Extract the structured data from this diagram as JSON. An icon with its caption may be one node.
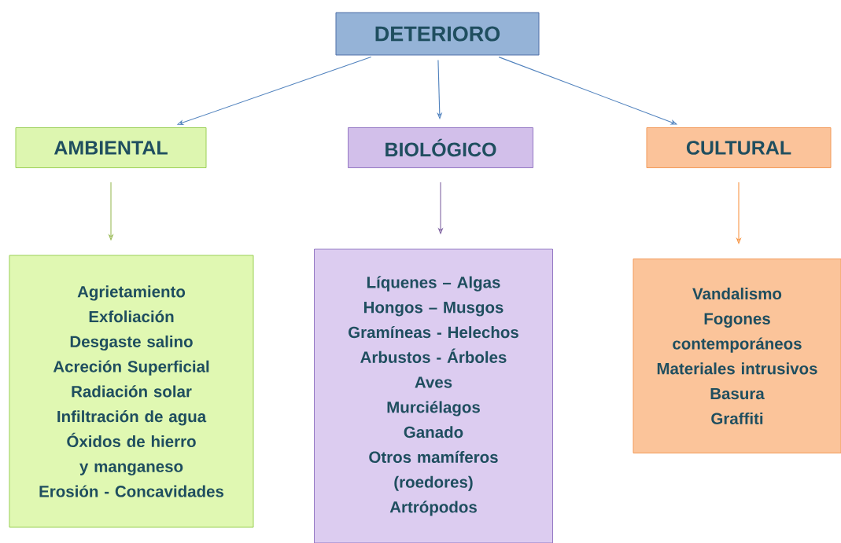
{
  "diagram": {
    "nodes": [
      {
        "text": [
          "DETERIORO"
        ]
      },
      {
        "text": [
          "AMBIENTAL"
        ]
      },
      {
        "text": [
          "BIOLÓGICO"
        ]
      },
      {
        "text": [
          "CULTURAL"
        ]
      },
      {
        "text": [
          "Agrietamiento",
          "Exfoliación",
          "Desgaste salino",
          "Acreción Superficial",
          "Radiación solar",
          "Infiltración de agua",
          "Óxidos de hierro y manganeso",
          "Erosión - Concavidades"
        ]
      },
      {
        "text": [
          "Líquenes – Algas",
          "Hongos – Musgos",
          "Gramíneas - Helechos",
          "Arbustos - Árboles",
          "Aves",
          "Murciélagos",
          "Ganado",
          "Otros mamíferos (roedores)",
          "Artrópodos"
        ]
      },
      {
        "text": [
          "Vandalismo",
          "Fogones contemporáneos",
          "Materiales intrusivos",
          "Basura",
          "Graffiti"
        ]
      }
    ],
    "edges": [
      {
        "from": 0,
        "to": 1,
        "arrow": "to"
      },
      {
        "from": 0,
        "to": 2,
        "arrow": "to"
      },
      {
        "from": 0,
        "to": 3,
        "arrow": "to"
      },
      {
        "from": 1,
        "to": 4,
        "arrow": "to",
        "color": "#9bbb59"
      },
      {
        "from": 2,
        "to": 5,
        "arrow": "to",
        "color": "#8064a2"
      },
      {
        "from": 3,
        "to": 6,
        "arrow": "to",
        "color": "#f79646"
      }
    ]
  }
}
